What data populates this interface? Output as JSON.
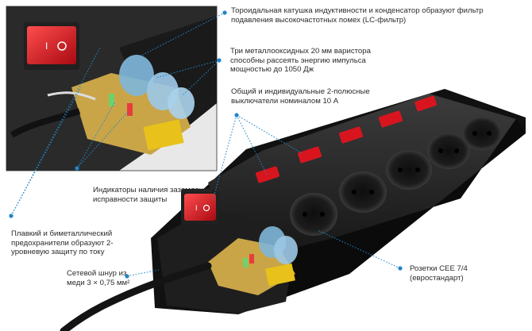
{
  "labels": {
    "lc_filter": "Тороидальная катушка индуктивности и конденсатор образуют фильтр подавления высокочастотных помех (LC-фильтр)",
    "varistors": "Три металлооксидных 20 мм варистора способны рассеять энергию импульса мощностью до 1050 Дж",
    "switches": "Общий и индивидуальные 2-полюсные выключатели номиналом 10 А",
    "indicators": "Индикаторы наличия заземления и исправности защиты",
    "fuses": "Плавкий и биметаллический предохранители образуют 2-уровневую защиту по току",
    "cord": "Сетевой шнур из меди 3 × 0,75 мм²",
    "sockets": "Розетки CEE 7/4 (евростандарт)"
  },
  "colors": {
    "callout": "#1f86c9",
    "body": "#1b1b1b",
    "switch_red": "#d8151f",
    "pcb": "#c9a548",
    "capacitor": "#e8c21a"
  },
  "icons": [
    "power-switch",
    "socket",
    "fuse",
    "varistor",
    "led-indicator"
  ]
}
